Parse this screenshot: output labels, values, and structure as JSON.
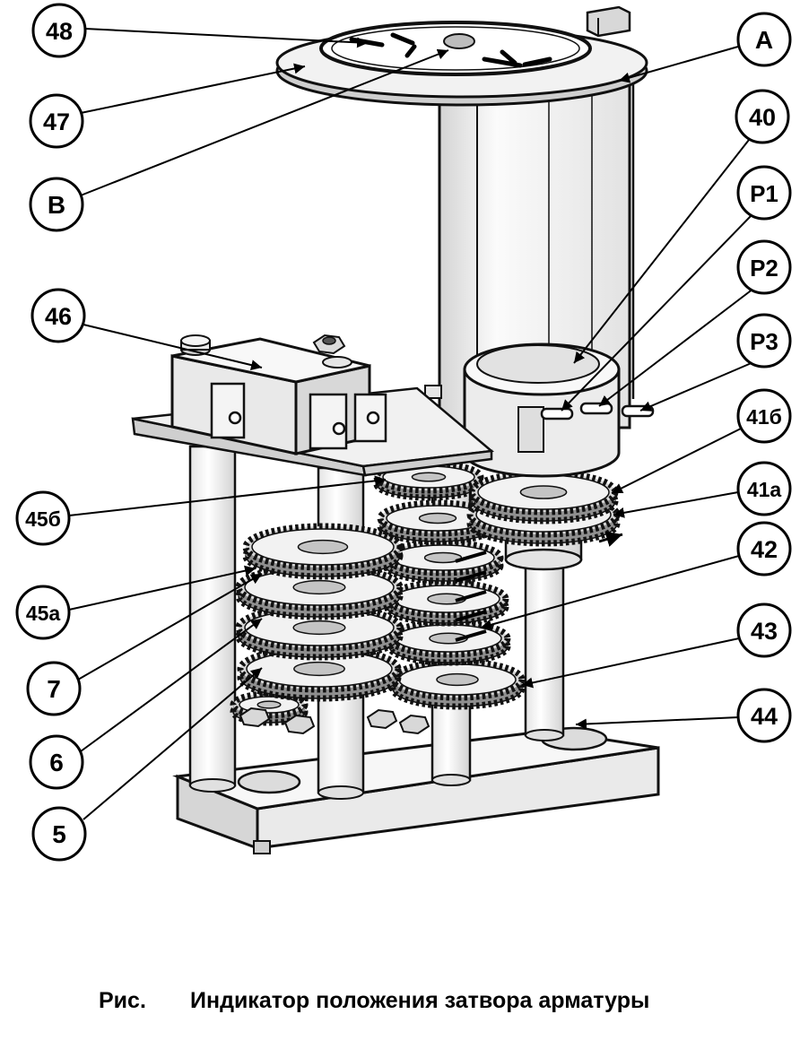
{
  "callouts": {
    "n48": "48",
    "nA": "А",
    "n47": "47",
    "n40": "40",
    "nB": "В",
    "nP1": "Р1",
    "nP2": "Р2",
    "nP3": "Р3",
    "n46": "46",
    "n41b": "41б",
    "n41a": "41а",
    "n45b": "45б",
    "n42": "42",
    "n45a": "45а",
    "n43": "43",
    "n7": "7",
    "n44": "44",
    "n6": "6",
    "n5": "5"
  },
  "caption": {
    "prefix": "Рис.",
    "title": "Индикатор положения затвора арматуры"
  }
}
